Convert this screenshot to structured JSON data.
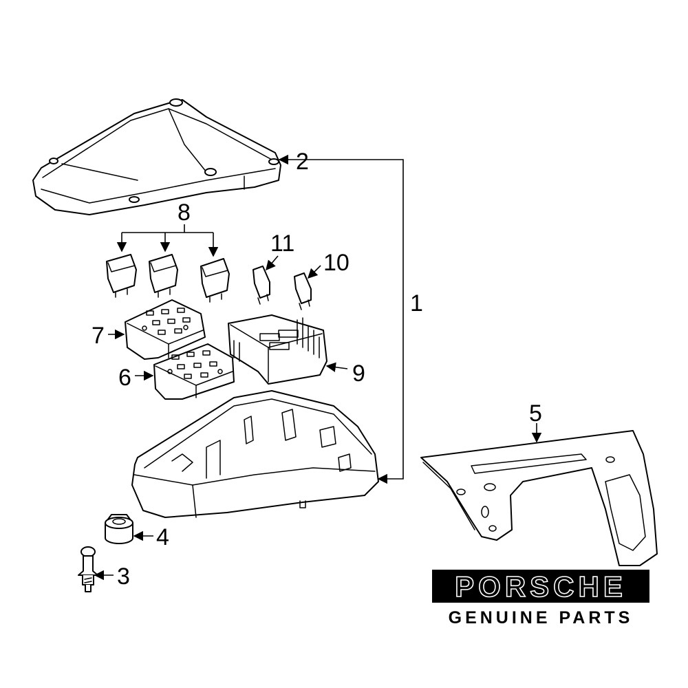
{
  "callouts": {
    "c1": "1",
    "c2": "2",
    "c3": "3",
    "c4": "4",
    "c5": "5",
    "c6": "6",
    "c7": "7",
    "c8": "8",
    "c9": "9",
    "c10": "10",
    "c11": "11"
  },
  "logo": {
    "brand": "PORSCHE",
    "tagline": "GENUINE PARTS"
  }
}
